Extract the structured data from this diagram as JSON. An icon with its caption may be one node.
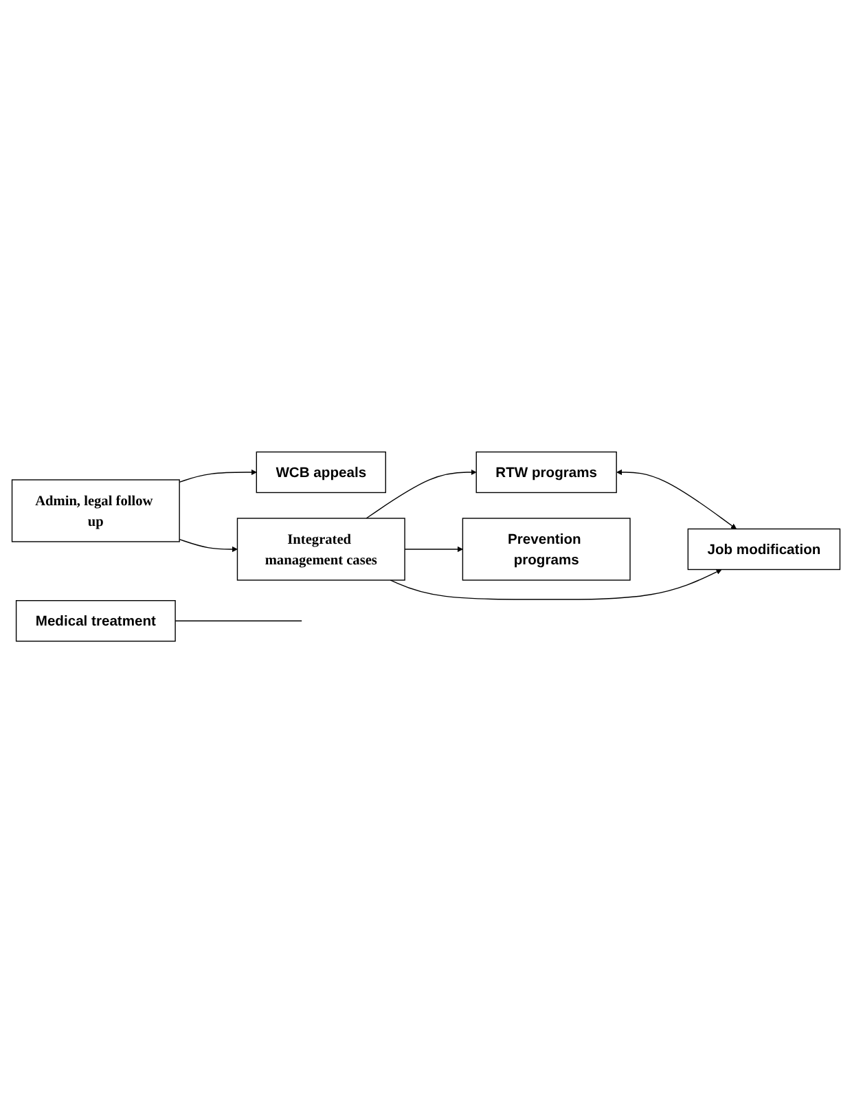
{
  "diagram": {
    "nodes": [
      {
        "text": [
          "Medical treatment"
        ]
      },
      {
        "text": [
          "WCB appeals"
        ]
      },
      {
        "text": [
          "Admin, legal follow up"
        ]
      },
      {
        "text": [
          "RTW programs"
        ]
      },
      {
        "text": [
          "Integrated management cases"
        ]
      },
      {
        "text": [
          "Job modification"
        ]
      },
      {
        "text": [
          "Prevention programs"
        ]
      }
    ],
    "edges": [
      {
        "from": 0,
        "to": null,
        "arrow": "none"
      },
      {
        "from": 2,
        "to": 1,
        "arrow": "to"
      },
      {
        "from": 2,
        "to": 4,
        "arrow": "to"
      },
      {
        "from": 4,
        "to": 3,
        "arrow": "to"
      },
      {
        "from": 3,
        "to": 5,
        "arrow": "both"
      },
      {
        "from": 4,
        "to": 5,
        "arrow": "to"
      },
      {
        "from": 4,
        "to": 6,
        "arrow": "to"
      }
    ]
  }
}
